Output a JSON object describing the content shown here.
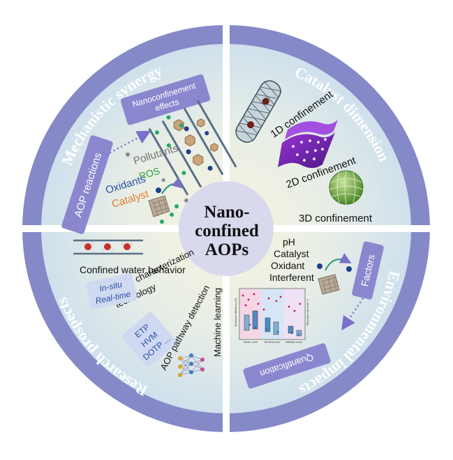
{
  "center": {
    "line1": "Nano-",
    "line2": "confined",
    "line3": "AOPs"
  },
  "quadrants": {
    "top_left": {
      "title": "Mechanistic synergy",
      "aop_reactions": "AOP reactions",
      "nanoconfinement_line1": "Nanoconfinement",
      "nanoconfinement_line2": "effects",
      "pollutants": "Pollutants",
      "ros": "ROS",
      "oxidants": "Oxidants",
      "catalyst": "Catalyst"
    },
    "top_right": {
      "title": "Catalyst dimension",
      "conf_1d": "1D confinement",
      "conf_2d": "2D confinement",
      "conf_3d": "3D confinement"
    },
    "bottom_right": {
      "title": "Environmental impacts",
      "factors": "Factors",
      "quantification": "Quantification",
      "factor_list": [
        "pH",
        "Catalyst",
        "Oxidant",
        "Interferent"
      ],
      "chart_ylabel_left": "Removal efficiency (%)",
      "chart_ylabel_right": "Reaction rate (min⁻¹)",
      "chart_x": [
        "Acidic zone",
        "Neutral zone",
        "Alkaline zone"
      ]
    },
    "bottom_left": {
      "title": "Research prospects",
      "confined_water": "Confined water behavior",
      "advanced_line1": "Advanced characterization",
      "advanced_line2": "technology",
      "in_situ": "In-situ",
      "real_time": "Real-time",
      "aop_pathway": "AOP pathway detection",
      "etp": "ETP",
      "hvm": "HVM",
      "dotp": "DOTP ...",
      "machine_learning": "Machine learning"
    }
  },
  "colors": {
    "outer_ring": "#8589c7",
    "inner_fill": "#dde9f1",
    "center_fill": "#d9d9ee",
    "label_box": "#8b87cf",
    "catalyst_text": "#e07b28",
    "ros_text": "#2fa043",
    "oxidants_text": "#2b4fa3",
    "dotted_arrow": "#7a6fc9"
  }
}
